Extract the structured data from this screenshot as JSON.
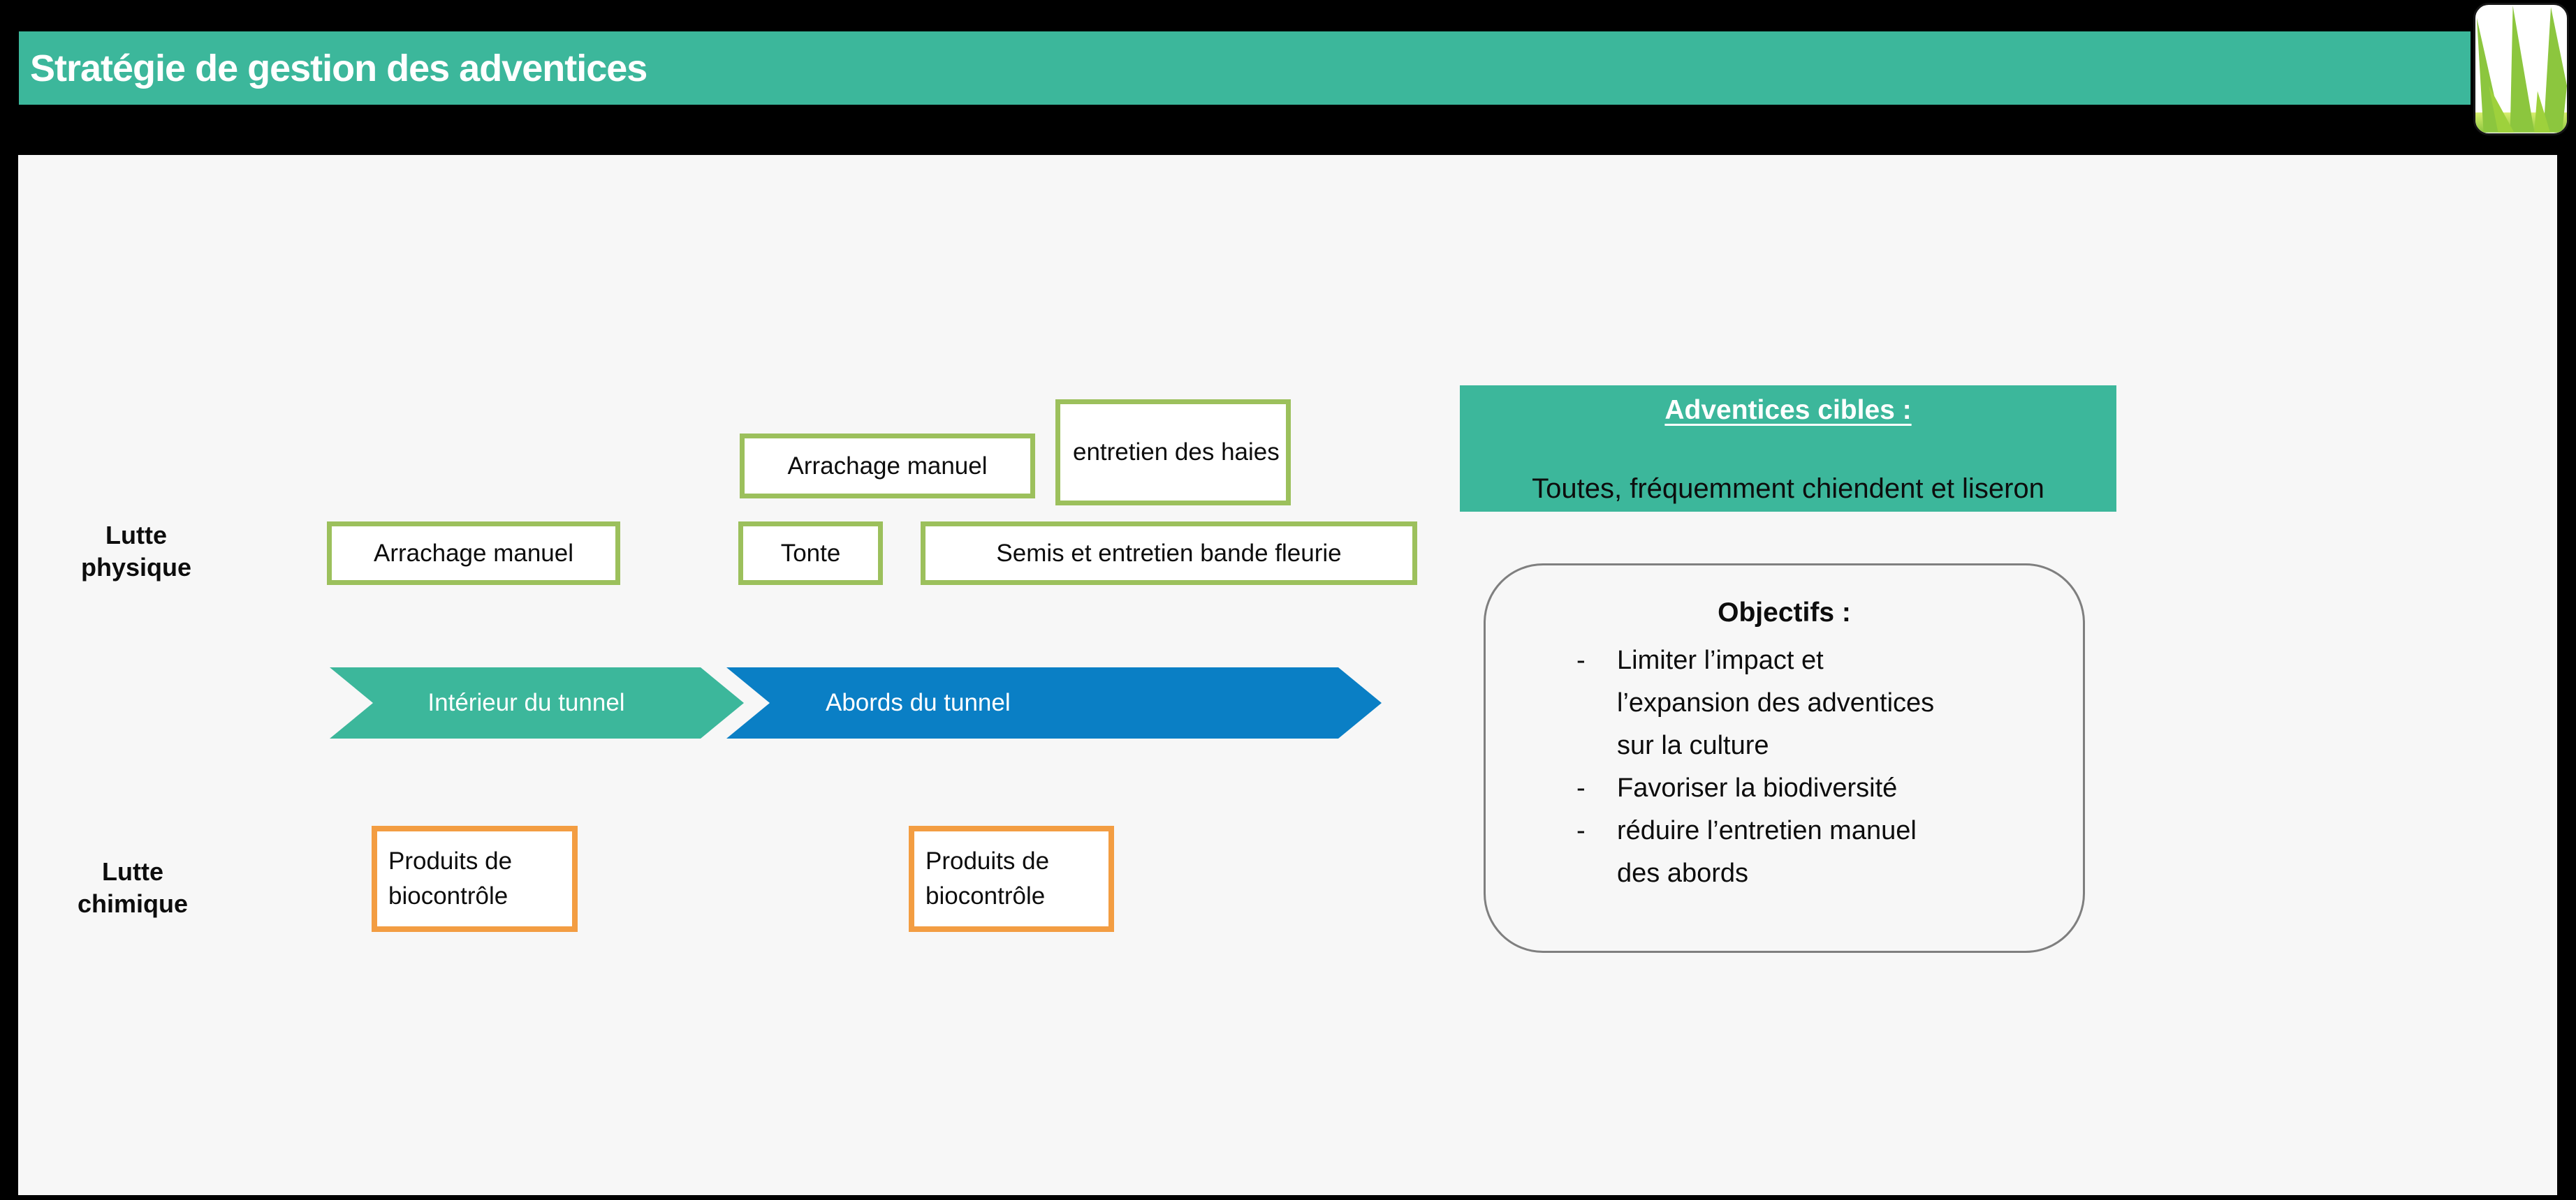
{
  "header": {
    "title": "Stratégie de gestion des adventices"
  },
  "logo": {
    "icon": "grass-logo"
  },
  "colors": {
    "teal": "#3CB79B",
    "blue": "#0A7FC5",
    "green_border": "#9CC05C",
    "orange_border": "#F39D42",
    "panel_bg": "#F7F7F7",
    "page_bg": "#000000",
    "objectives_border": "#7F7F7F"
  },
  "rows": {
    "physical": {
      "line1": "Lutte",
      "line2": "physique"
    },
    "chemical": {
      "line1": "Lutte",
      "line2": "chimique"
    }
  },
  "physical_boxes": [
    {
      "label": "Arrachage manuel"
    },
    {
      "label": "Arrachage manuel"
    },
    {
      "label": "entretien des haies"
    },
    {
      "label": "Tonte"
    },
    {
      "label": "Semis et entretien bande fleurie"
    }
  ],
  "chemical_boxes": [
    {
      "label": "Produits de biocontrôle"
    },
    {
      "label": "Produits de biocontrôle"
    }
  ],
  "arrows": [
    {
      "label": "Intérieur du tunnel",
      "color": "#3CB79B"
    },
    {
      "label": "Abords du tunnel",
      "color": "#0A7FC5"
    }
  ],
  "targets": {
    "title": "Adventices cibles :",
    "body": "Toutes, fréquemment chiendent et liseron"
  },
  "objectives": {
    "title": "Objectifs :",
    "bullet": "-",
    "items": [
      {
        "lines": {
          "l1": "Limiter l’impact et",
          "l2": "l’expansion des adventices",
          "l3": "sur la culture"
        }
      },
      {
        "lines": {
          "l1": "Favoriser la biodiversité",
          "l2": "",
          "l3": ""
        }
      },
      {
        "lines": {
          "l1": "réduire l’entretien manuel",
          "l2": "des abords",
          "l3": ""
        }
      }
    ]
  }
}
